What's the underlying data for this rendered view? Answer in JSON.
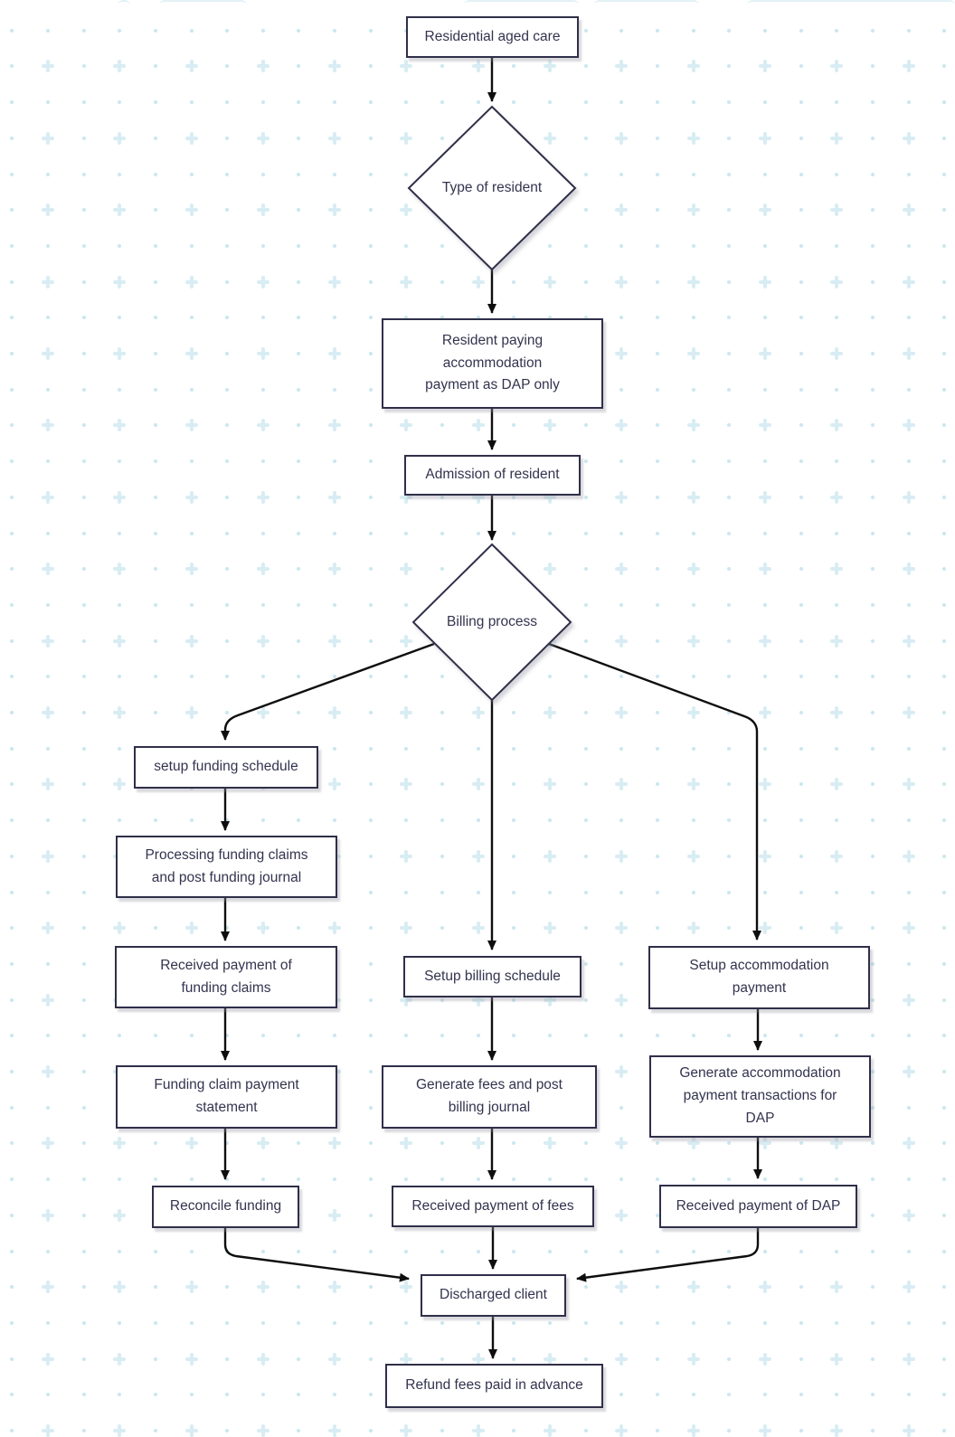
{
  "flowchart": {
    "nodes": {
      "residential_aged_care": "Residential aged care",
      "type_of_resident": "Type of resident",
      "resident_paying_dap": "Resident paying\naccommodation\npayment as DAP only",
      "admission_of_resident": "Admission of resident",
      "billing_process": "Billing process",
      "setup_funding_schedule": "setup funding schedule",
      "processing_funding_claims": "Processing funding claims\nand post funding journal",
      "received_payment_funding_claims": "Received payment of\nfunding claims",
      "funding_claim_payment_statement": "Funding claim payment\nstatement",
      "reconcile_funding": "Reconcile funding",
      "setup_billing_schedule": "Setup billing schedule",
      "generate_fees_post_billing_journal": "Generate fees and post\nbilling journal",
      "received_payment_of_fees": "Received payment of fees",
      "setup_accommodation_payment": "Setup accommodation\npayment",
      "generate_accommodation_payment": "Generate accommodation\npayment transactions for\nDAP",
      "received_payment_of_dap": "Received payment of DAP",
      "discharged_client": "Discharged client",
      "refund_fees_paid_in_advance": "Refund fees paid in advance"
    },
    "colors": {
      "background": "#ffffff",
      "node_border": "#2f2f49",
      "node_text": "#33334f",
      "connector": "#0e0e0e",
      "pattern_dot": "#cbe7ef",
      "pattern_plus": "#d8edf3"
    }
  }
}
